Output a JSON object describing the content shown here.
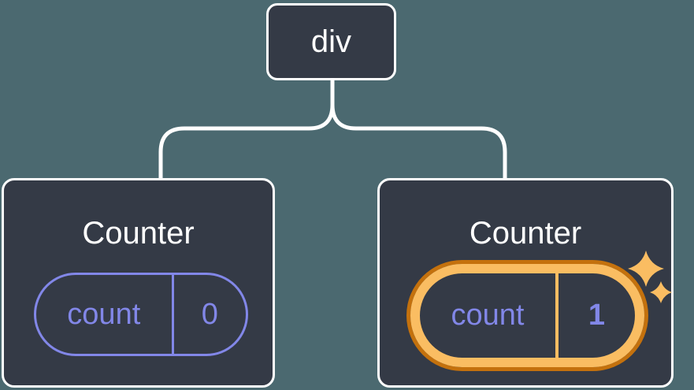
{
  "diagram": {
    "description": "Component tree: a div root with two Counter children; second Counter's state is highlighted as changed",
    "root": {
      "label": "div"
    },
    "children": [
      {
        "title": "Counter",
        "state": {
          "key": "count",
          "value": "0"
        },
        "highlighted": false
      },
      {
        "title": "Counter",
        "state": {
          "key": "count",
          "value": "1"
        },
        "highlighted": true,
        "badge_icon": "sparkles-icon"
      }
    ]
  },
  "colors": {
    "background": "#4B6970",
    "node-fill": "#343A46",
    "node-border": "#FFFFFF",
    "connector": "#FFFFFF",
    "state-purple": "#8287E8",
    "highlight-orange": "#FABD62",
    "highlight-orange-dark": "#C4710D",
    "text-white": "#FFFFFF"
  }
}
